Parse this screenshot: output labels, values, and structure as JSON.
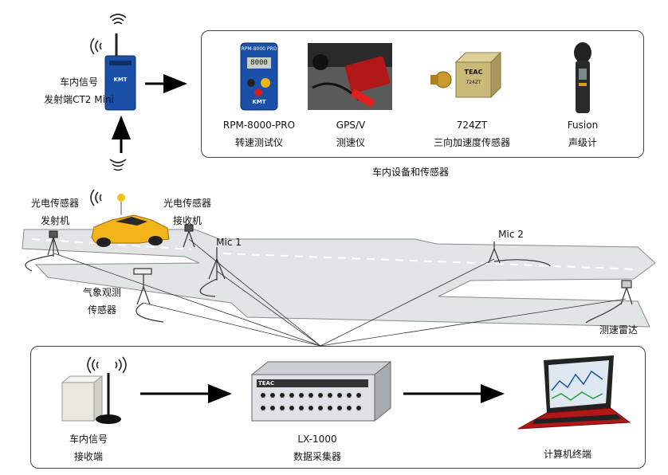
{
  "transmitter": {
    "line1": "车内信号",
    "line2": "发射端CT2 Mini"
  },
  "sensors_caption": "车内设备和传感器",
  "sensors": [
    {
      "name": "RPM-8000-PRO",
      "desc": "转速测试仪",
      "brand": "KMT",
      "screen": "8000",
      "model_text": "RPM-8000 PRO"
    },
    {
      "name": "GPS/V",
      "desc": "测速仪"
    },
    {
      "name": "724ZT",
      "desc": "三向加速度传感器",
      "brand": "TEAC",
      "model_text": "724ZT"
    },
    {
      "name": "Fusion",
      "desc": "声级计"
    }
  ],
  "field": {
    "photo_tx": {
      "line1": "光电传感器",
      "line2": "发射机"
    },
    "photo_rx": {
      "line1": "光电传感器",
      "line2": "接收机"
    },
    "mic1": "Mic 1",
    "mic2": "Mic 2",
    "weather": {
      "line1": "气象观测",
      "line2": "传感器"
    },
    "radar": "测速雷达"
  },
  "receiver": {
    "line1": "车内信号",
    "line2": "接收端"
  },
  "daq": {
    "name": "LX-1000",
    "desc": "数据采集器",
    "brand": "TEAC"
  },
  "computer": {
    "label": "计算机终端"
  },
  "colors": {
    "road": "#e2e5e6",
    "car": "#f2b418",
    "panel_border": "#444444",
    "device_blue": "#1a50a8",
    "laptop_red": "#b01818"
  }
}
